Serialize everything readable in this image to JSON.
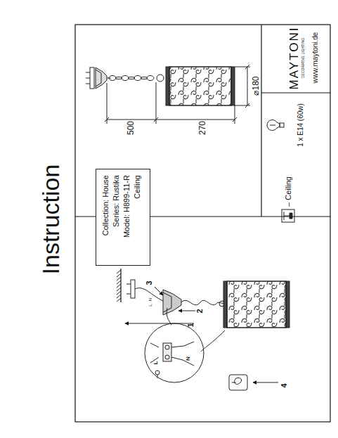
{
  "diagram": {
    "nodes": [
      {
        "text": [
          "Collection: House",
          "Series: Rustika",
          "Model: H899-11-R",
          "Ceiling"
        ]
      }
    ],
    "edges": [],
    "labels": [
      "Instruction",
      "500",
      "270",
      "⌀180",
      "MAYTONI",
      "DECORATIVE LIGHTING",
      "www.maytoni.de",
      "1 x E14 (60w)",
      "– Ceiling",
      "1",
      "2",
      "3",
      "4",
      "N",
      "L",
      "N",
      "L"
    ]
  }
}
